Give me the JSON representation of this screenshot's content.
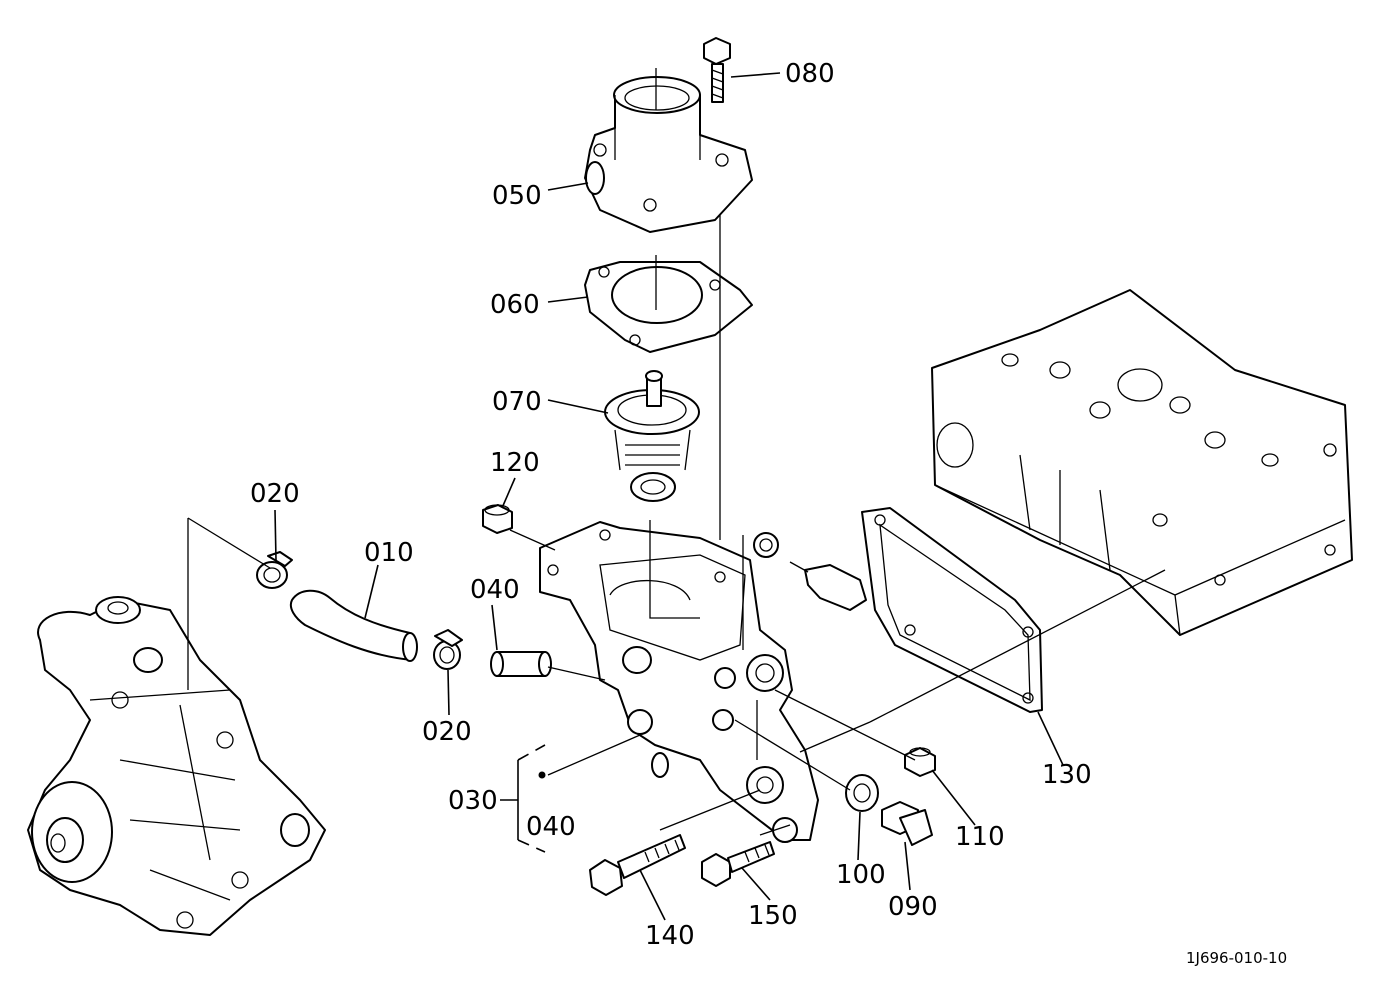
{
  "labels": {
    "p010": "010",
    "p020a": "020",
    "p020b": "020",
    "p030": "030",
    "p040a": "040",
    "p040b": "040",
    "p050": "050",
    "p060": "060",
    "p070": "070",
    "p080": "080",
    "p090": "090",
    "p100": "100",
    "p110": "110",
    "p120": "120",
    "p130": "130",
    "p140": "140",
    "p150": "150"
  },
  "ref_code": "1J696-010-10"
}
